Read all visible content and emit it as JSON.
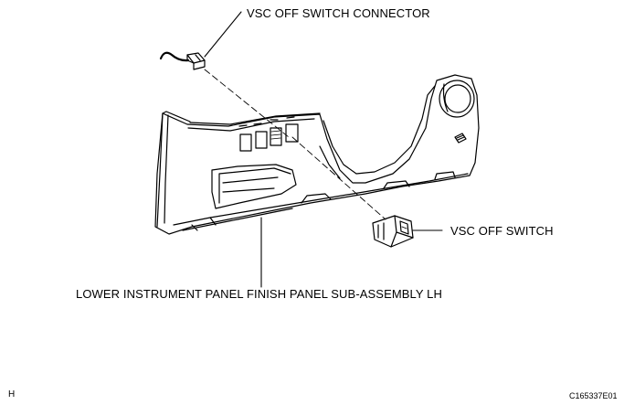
{
  "callouts": {
    "connector": "VSC OFF SWITCH CONNECTOR",
    "switch": "VSC OFF SWITCH",
    "panel": "LOWER INSTRUMENT PANEL FINISH PANEL SUB-ASSEMBLY LH"
  },
  "footer": {
    "orientation_mark": "H",
    "figure_code": "C165337E01"
  }
}
